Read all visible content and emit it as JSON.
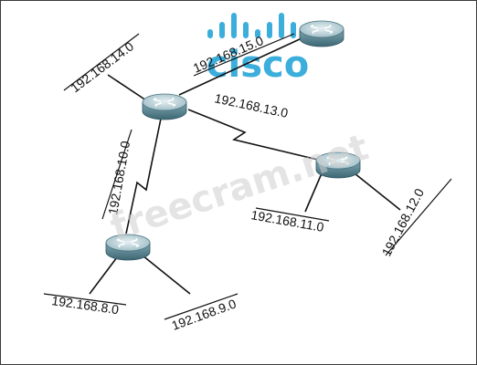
{
  "watermarks": {
    "brand": "cisco",
    "site": "freecram.net",
    "brand_color": "#1ba0d7",
    "site_color": "#cfcfcf"
  },
  "routers": [
    {
      "id": "r1",
      "name": "router-icon"
    },
    {
      "id": "r2",
      "name": "router-icon"
    },
    {
      "id": "r3",
      "name": "router-icon"
    },
    {
      "id": "r4",
      "name": "router-icon"
    }
  ],
  "networks": {
    "n14": "192.168.14.0",
    "n15": "192.168.15.0",
    "n13": "192.168.13.0",
    "n10": "192.168.10.0",
    "n11": "192.168.11.0",
    "n12": "192.168.12.0",
    "n8": "192.168.8.0",
    "n9": "192.168.9.0"
  },
  "colors": {
    "router_body": "#6f9aa6",
    "router_top": "#bcd4da",
    "router_dark": "#2f5663",
    "line": "#111111"
  }
}
